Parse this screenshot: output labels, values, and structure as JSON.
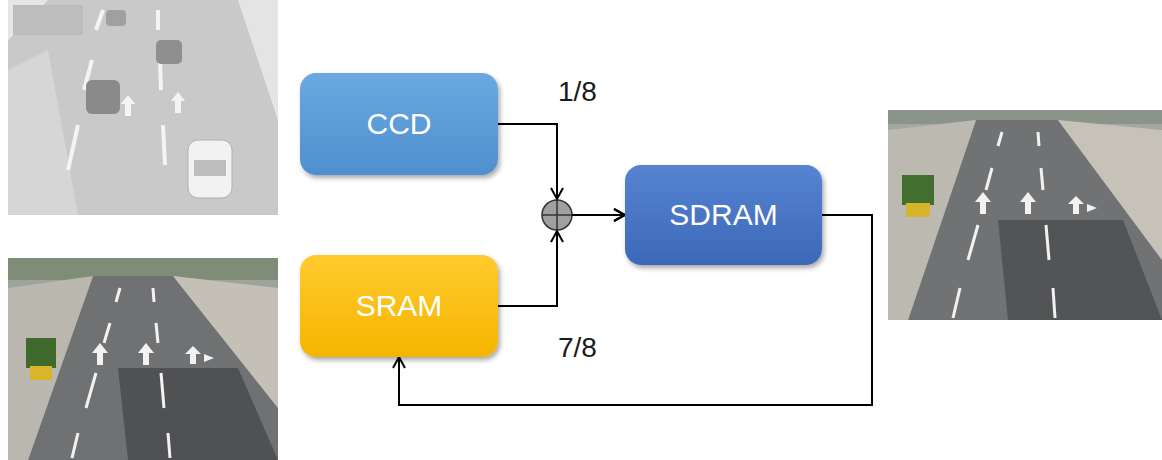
{
  "diagram": {
    "nodes": [
      {
        "text": [
          "CCD"
        ]
      },
      {
        "text": [
          "SRAM"
        ]
      },
      {
        "text": [
          "SDRAM"
        ]
      }
    ],
    "edges": [
      {
        "from": 0,
        "to": 2,
        "label": "1/8",
        "arrow": "to"
      },
      {
        "from": 1,
        "to": 2,
        "label": "7/8",
        "arrow": "to"
      },
      {
        "from": 2,
        "to": 1,
        "arrow": "to"
      }
    ]
  }
}
